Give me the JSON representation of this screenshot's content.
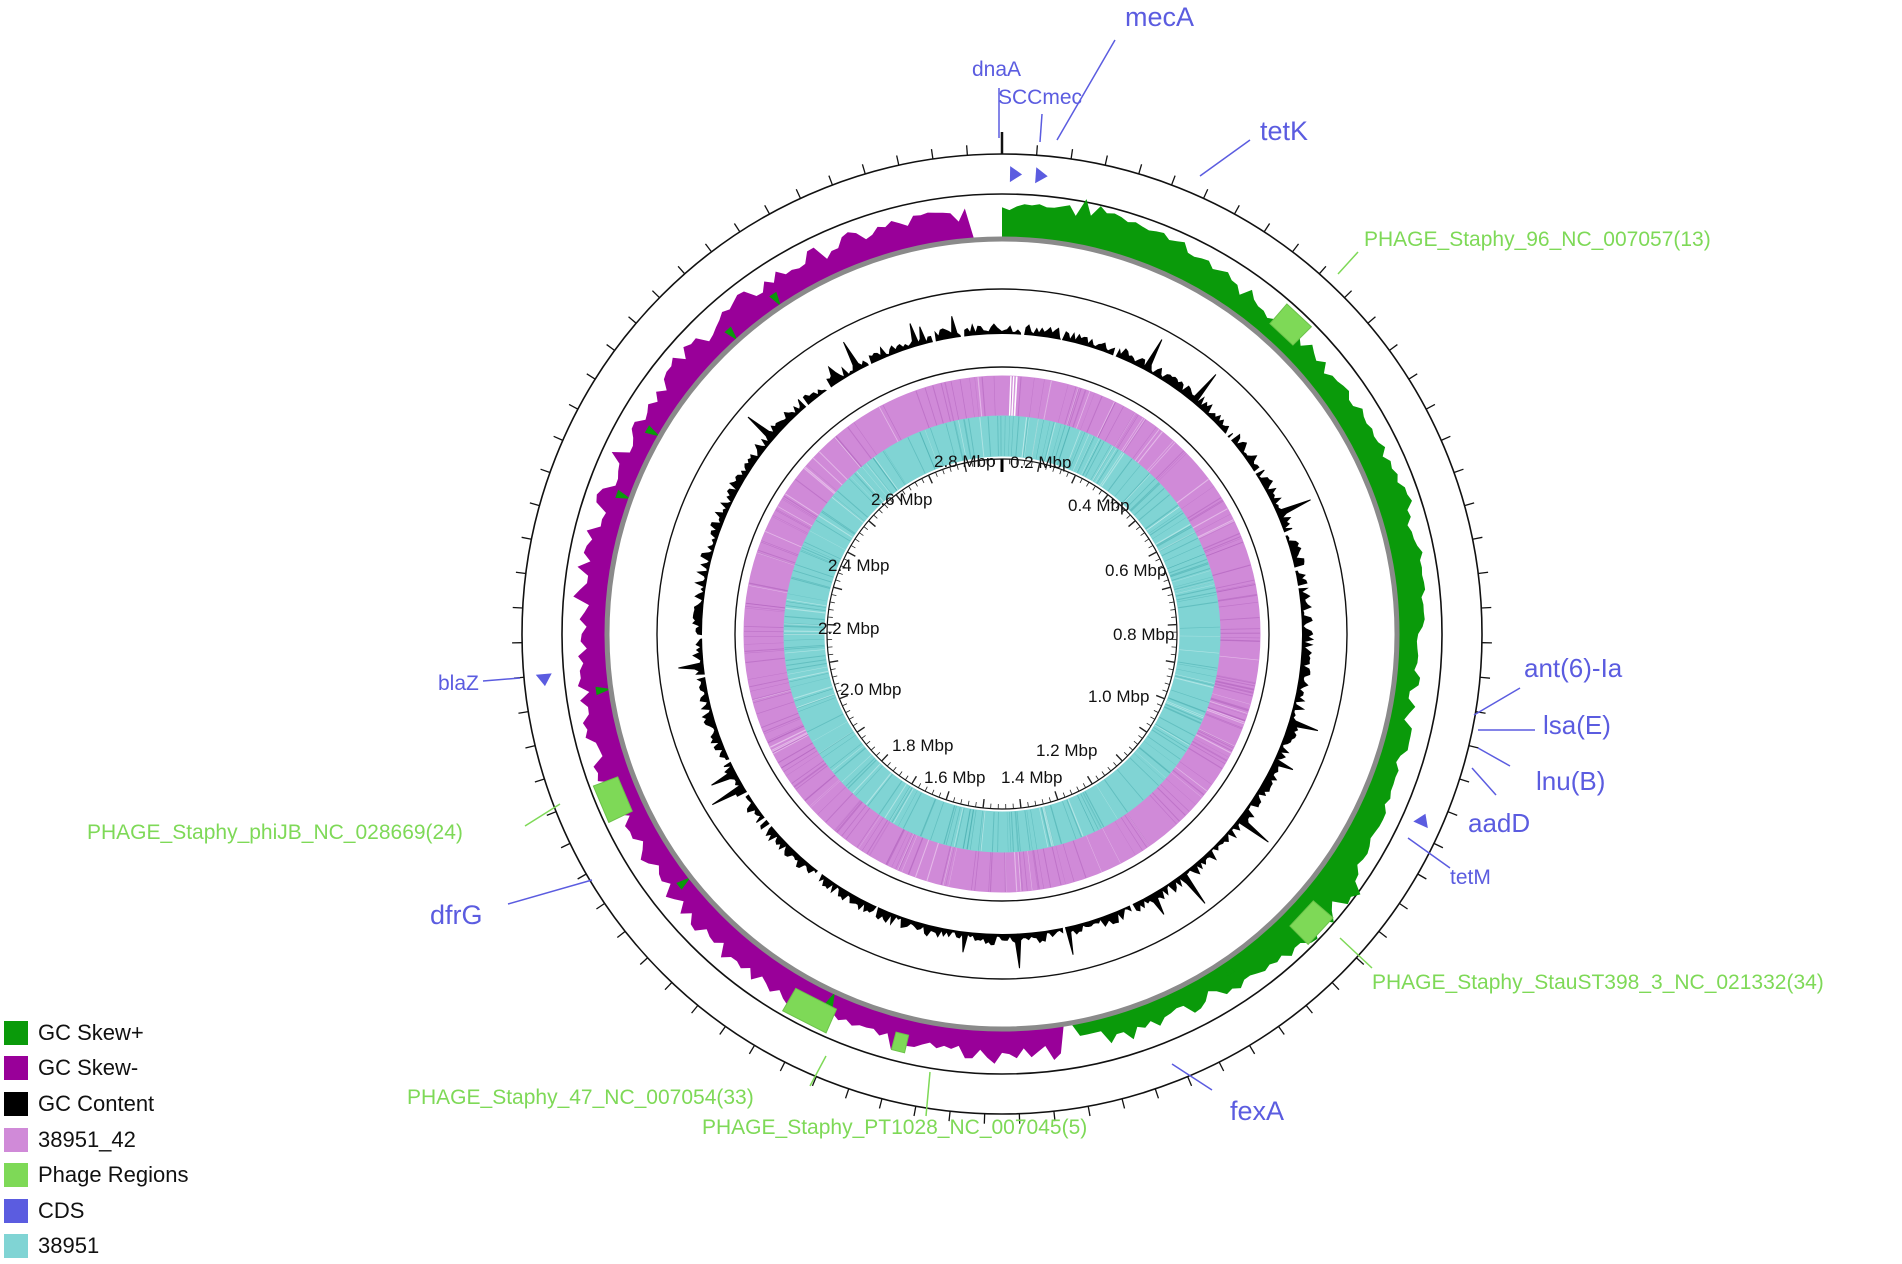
{
  "map": {
    "genome_length_mbp": 2.9,
    "ticks": [
      {
        "label": "0.2 Mbp",
        "pos": 0.2
      },
      {
        "label": "0.4 Mbp",
        "pos": 0.4
      },
      {
        "label": "0.6 Mbp",
        "pos": 0.6
      },
      {
        "label": "0.8 Mbp",
        "pos": 0.8
      },
      {
        "label": "1.0 Mbp",
        "pos": 1.0
      },
      {
        "label": "1.2 Mbp",
        "pos": 1.2
      },
      {
        "label": "1.4 Mbp",
        "pos": 1.4
      },
      {
        "label": "1.6 Mbp",
        "pos": 1.6
      },
      {
        "label": "1.8 Mbp",
        "pos": 1.8
      },
      {
        "label": "2.0 Mbp",
        "pos": 2.0
      },
      {
        "label": "2.2 Mbp",
        "pos": 2.2
      },
      {
        "label": "2.4 Mbp",
        "pos": 2.4
      },
      {
        "label": "2.6 Mbp",
        "pos": 2.6
      },
      {
        "label": "2.8 Mbp",
        "pos": 2.8
      }
    ],
    "cds_labels": [
      "dnaA",
      "SCCmec",
      "mecA",
      "tetK",
      "ant(6)-Ia",
      "lsa(E)",
      "lnu(B)",
      "aadD",
      "tetM",
      "fexA",
      "dfrG",
      "blaZ"
    ],
    "phage_labels": [
      "PHAGE_Staphy_96_NC_007057(13)",
      "PHAGE_Staphy_StauST398_3_NC_021332(34)",
      "PHAGE_Staphy_PT1028_NC_007045(5)",
      "PHAGE_Staphy_47_NC_007054(33)",
      "PHAGE_Staphy_phiJB_NC_028669(24)"
    ]
  },
  "legend": [
    {
      "label": "GC Skew+",
      "color": "#0a9a0a"
    },
    {
      "label": "GC Skew-",
      "color": "#990099"
    },
    {
      "label": "GC Content",
      "color": "#000000"
    },
    {
      "label": "38951_42",
      "color": "#d08ad8"
    },
    {
      "label": "Phage Regions",
      "color": "#7ed957"
    },
    {
      "label": "CDS",
      "color": "#5b5ce0"
    },
    {
      "label": "38951",
      "color": "#80d4d4"
    }
  ]
}
